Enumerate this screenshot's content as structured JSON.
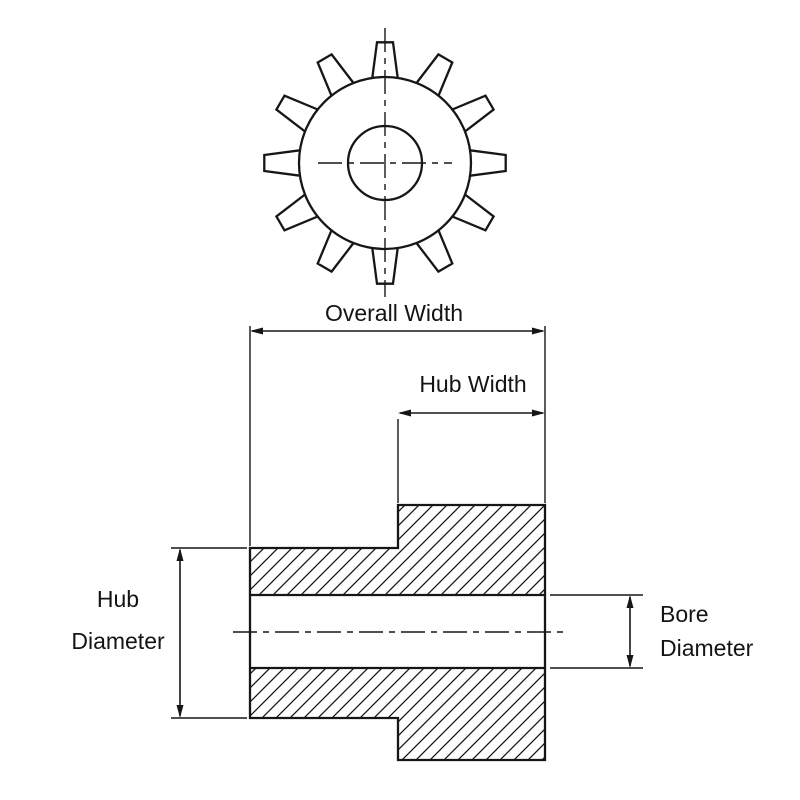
{
  "diagram": {
    "gear": {
      "teeth": 12
    },
    "labels": {
      "overall_width": "Overall Width",
      "hub_width": "Hub Width",
      "hub_diameter": [
        "Hub",
        "Diameter"
      ],
      "bore_diameter": [
        "Bore",
        "Diameter"
      ]
    },
    "colors": {
      "line": "#161616",
      "background": "#ffffff"
    }
  }
}
